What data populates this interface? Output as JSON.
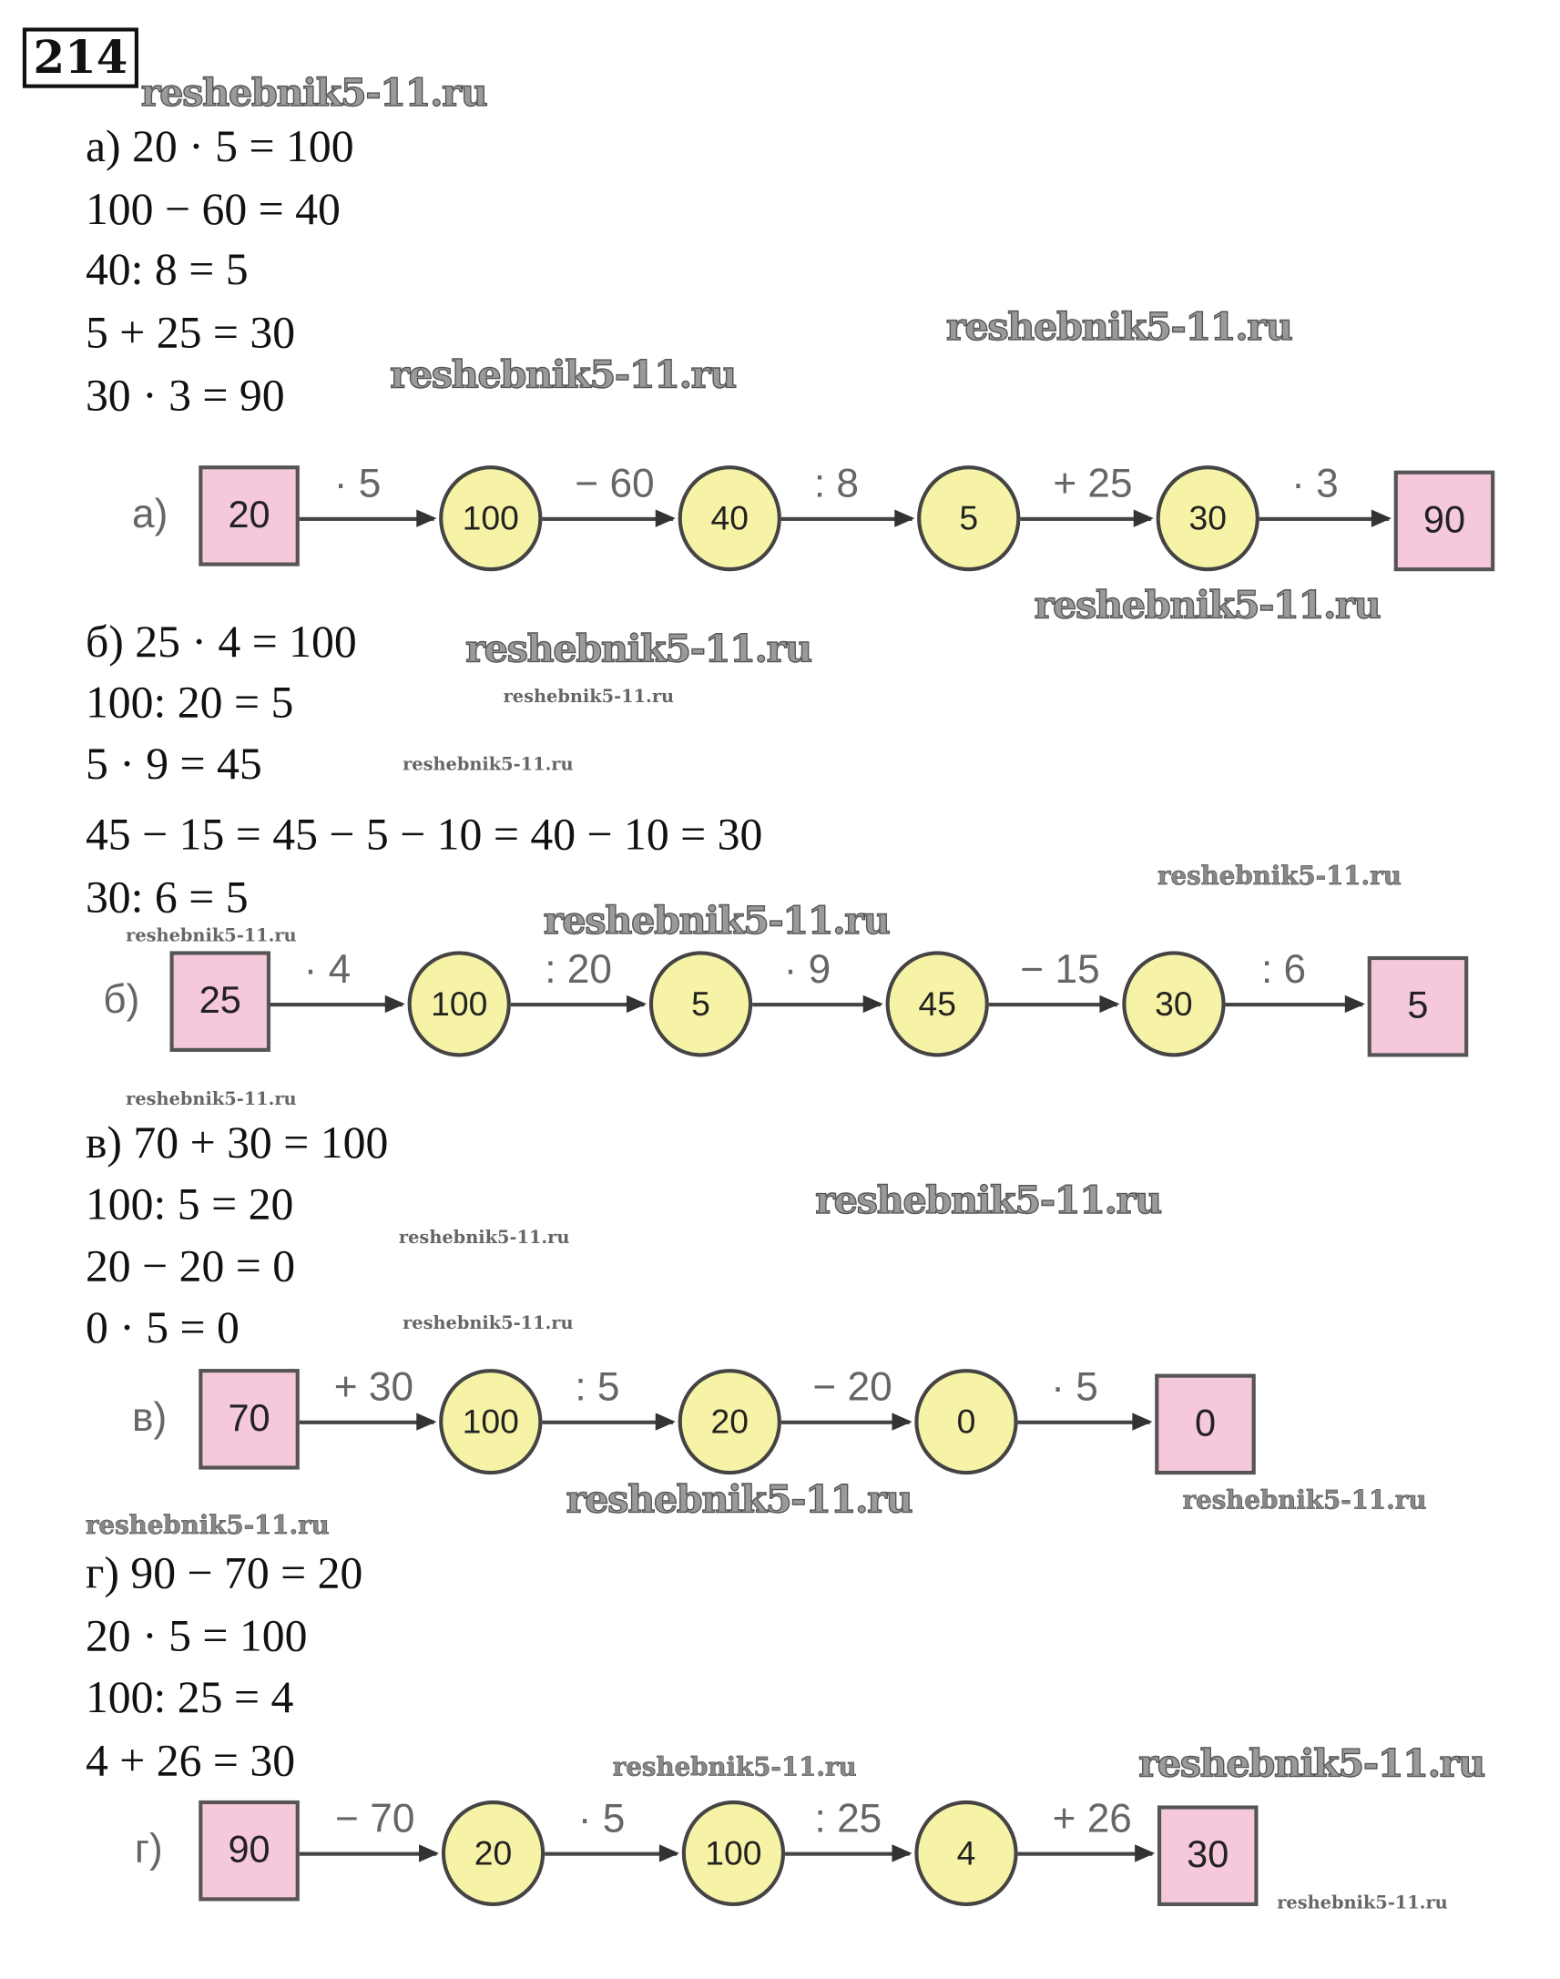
{
  "task_number": "214",
  "watermark": "reshebnik5-11.ru",
  "sections": [
    {
      "equations": [
        "а) 20 · 5 = 100",
        "100 − 60 = 40",
        "40: 8 = 5",
        "5 + 25 = 30",
        "30 · 3 = 90"
      ],
      "diagram": {
        "label": "а)",
        "start": "20",
        "steps": [
          {
            "op": "· 5",
            "value": "100"
          },
          {
            "op": "− 60",
            "value": "40"
          },
          {
            "op": ": 8",
            "value": "5"
          },
          {
            "op": "+ 25",
            "value": "30"
          },
          {
            "op": "· 3",
            "value": "90"
          }
        ]
      }
    },
    {
      "equations": [
        "б) 25 · 4 = 100",
        "100: 20 = 5",
        "5 · 9 = 45",
        "45 − 15 = 45 − 5 − 10 = 40 − 10 = 30",
        "30: 6 = 5"
      ],
      "diagram": {
        "label": "б)",
        "start": "25",
        "steps": [
          {
            "op": "· 4",
            "value": "100"
          },
          {
            "op": ": 20",
            "value": "5"
          },
          {
            "op": "· 9",
            "value": "45"
          },
          {
            "op": "− 15",
            "value": "30"
          },
          {
            "op": ": 6",
            "value": "5"
          }
        ]
      }
    },
    {
      "equations": [
        "в) 70 + 30 = 100",
        "100: 5 = 20",
        "20 − 20 = 0",
        "0 · 5 = 0"
      ],
      "diagram": {
        "label": "в)",
        "start": "70",
        "steps": [
          {
            "op": "+ 30",
            "value": "100"
          },
          {
            "op": ": 5",
            "value": "20"
          },
          {
            "op": "− 20",
            "value": "0"
          },
          {
            "op": "· 5",
            "value": "0"
          }
        ]
      }
    },
    {
      "equations": [
        "г) 90 − 70 = 20",
        "20 · 5 = 100",
        "100: 25 = 4",
        "4 + 26 = 30"
      ],
      "diagram": {
        "label": "г)",
        "start": "90",
        "steps": [
          {
            "op": "− 70",
            "value": "20"
          },
          {
            "op": "· 5",
            "value": "100"
          },
          {
            "op": ": 25",
            "value": "4"
          },
          {
            "op": "+ 26",
            "value": "30"
          }
        ]
      }
    }
  ]
}
